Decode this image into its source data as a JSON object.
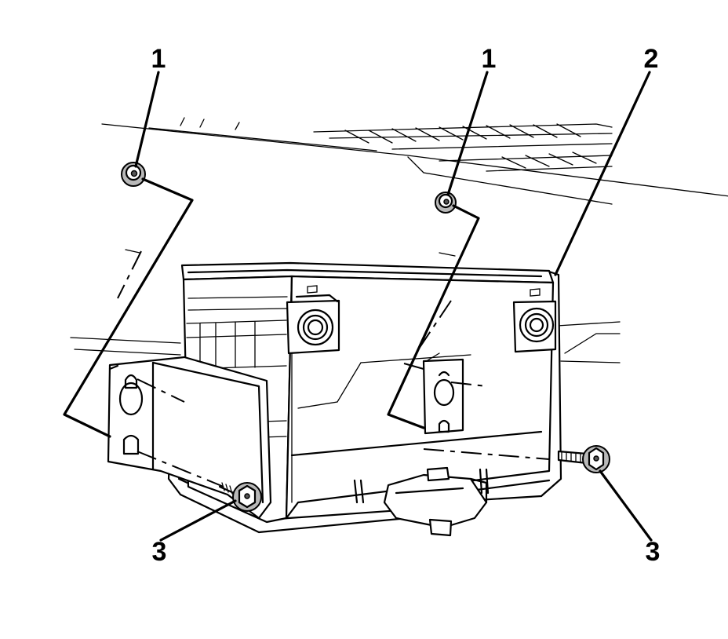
{
  "diagram": {
    "callouts": [
      {
        "id": "callout-1-left",
        "label": "1"
      },
      {
        "id": "callout-1-right",
        "label": "1"
      },
      {
        "id": "callout-2",
        "label": "2"
      },
      {
        "id": "callout-3-left",
        "label": "3"
      },
      {
        "id": "callout-3-right",
        "label": "3"
      }
    ],
    "colors": {
      "line": "#000000",
      "background": "#ffffff",
      "shade": "#b8b8b8"
    }
  }
}
